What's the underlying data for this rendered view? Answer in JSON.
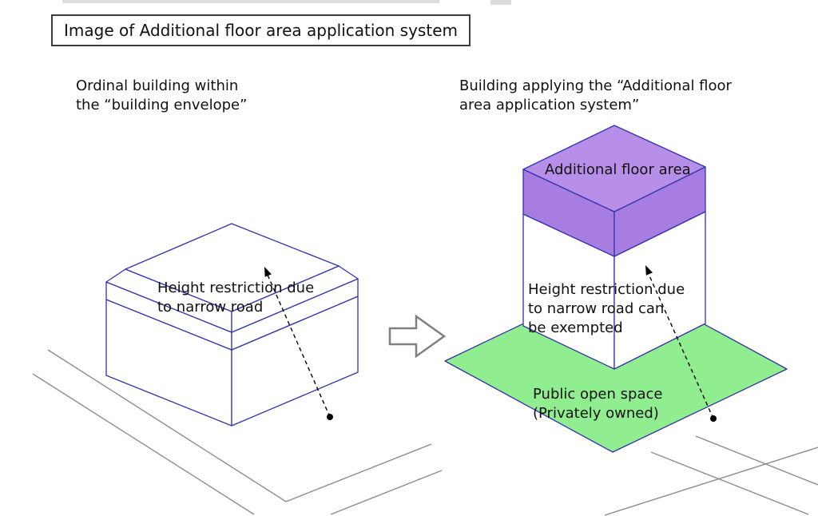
{
  "title_box": {
    "label": "Image of Additional floor area application system"
  },
  "left_panel": {
    "heading": "Ordinal building within\nthe “building envelope”",
    "building_label": "Height restriction due\nto narrow road"
  },
  "right_panel": {
    "heading": "Building applying the “Additional floor\narea application system”",
    "roof_label": "Additional floor area",
    "building_label": "Height restriction due\nto narrow road can\nbe exempted",
    "ground_label": "Public open space\n(Privately owned)"
  },
  "icons": {
    "transform_arrow": "block-arrow-right-outline",
    "sightline_arrow": "dashed-arrow-with-dot"
  },
  "colors": {
    "outline_blue": "#3333aa",
    "road_gray": "#8c8c8c",
    "additional_floor_top": "#b78ee8",
    "additional_floor_side": "#a87de2",
    "open_space_green": "#90ee90",
    "arrow_outline_gray": "#7f7f7f",
    "sightline_black": "#000000"
  }
}
